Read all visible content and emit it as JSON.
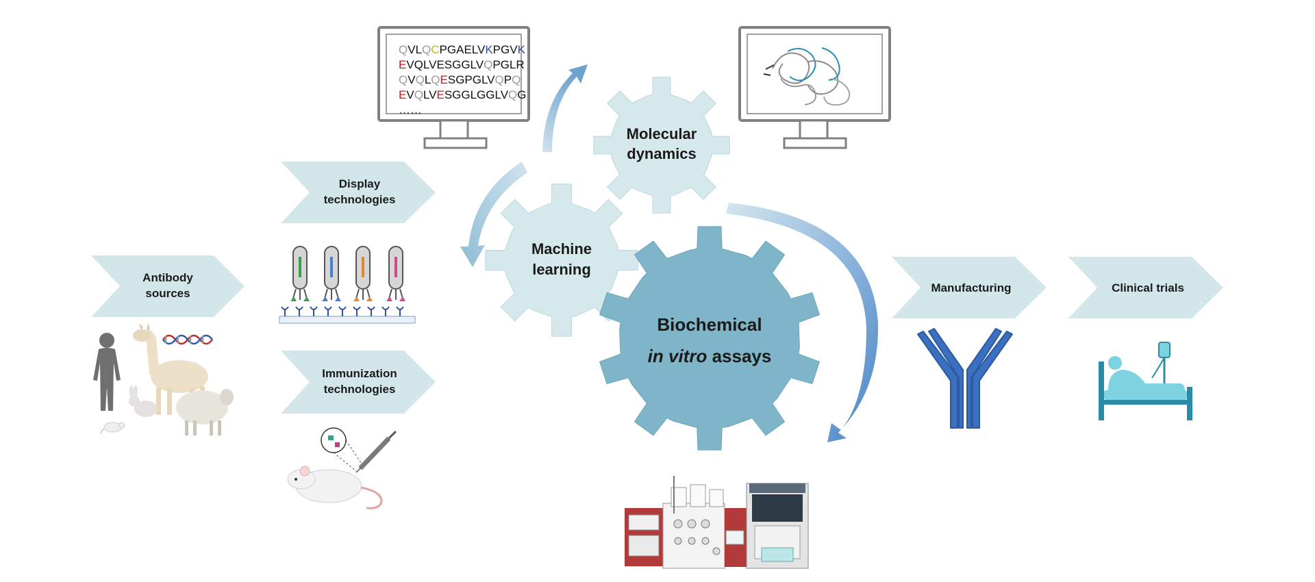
{
  "stages": {
    "antibody_sources": {
      "line1": "Antibody",
      "line2": "sources"
    },
    "display_technologies": {
      "line1": "Display",
      "line2": "technologies"
    },
    "immunization_technologies": {
      "line1": "Immunization",
      "line2": "technologies"
    },
    "manufacturing": {
      "label": "Manufacturing"
    },
    "clinical_trials": {
      "label": "Clinical trials"
    }
  },
  "gears": {
    "molecular_dynamics": {
      "line1": "Molecular",
      "line2": "dynamics"
    },
    "machine_learning": {
      "line1": "Machine",
      "line2": "learning"
    },
    "biochemical": {
      "line1": "Biochemical",
      "line2_italic": "in vitro",
      "line2_rest": " assays"
    }
  },
  "sequences": [
    [
      {
        "t": "Q",
        "c": "#9a9a9a"
      },
      {
        "t": "VL",
        "c": "#111111"
      },
      {
        "t": "Q",
        "c": "#9a9a9a"
      },
      {
        "t": "C",
        "c": "#e0b000"
      },
      {
        "t": "PGAELV",
        "c": "#111111"
      },
      {
        "t": "K",
        "c": "#2c4aa0"
      },
      {
        "t": "PGV",
        "c": "#111111"
      },
      {
        "t": "K",
        "c": "#2c4aa0"
      }
    ],
    [
      {
        "t": "E",
        "c": "#b82020"
      },
      {
        "t": "VQLVESGGLV",
        "c": "#111111"
      },
      {
        "t": "Q",
        "c": "#9a9a9a"
      },
      {
        "t": "PGLR",
        "c": "#111111"
      }
    ],
    [
      {
        "t": "Q",
        "c": "#9a9a9a"
      },
      {
        "t": "V",
        "c": "#111111"
      },
      {
        "t": "Q",
        "c": "#9a9a9a"
      },
      {
        "t": "L",
        "c": "#111111"
      },
      {
        "t": "Q",
        "c": "#9a9a9a"
      },
      {
        "t": "E",
        "c": "#b82020"
      },
      {
        "t": "SGPGLV",
        "c": "#111111"
      },
      {
        "t": "Q",
        "c": "#9a9a9a"
      },
      {
        "t": "P",
        "c": "#111111"
      },
      {
        "t": "Q",
        "c": "#9a9a9a"
      }
    ],
    [
      {
        "t": "E",
        "c": "#b82020"
      },
      {
        "t": "V",
        "c": "#111111"
      },
      {
        "t": "Q",
        "c": "#9a9a9a"
      },
      {
        "t": "LV",
        "c": "#111111"
      },
      {
        "t": "E",
        "c": "#b82020"
      },
      {
        "t": "SGGLGGLV",
        "c": "#111111"
      },
      {
        "t": "Q",
        "c": "#9a9a9a"
      },
      {
        "t": "G",
        "c": "#111111"
      }
    ],
    [
      {
        "t": "……",
        "c": "#111111"
      }
    ]
  ],
  "colors": {
    "chevron": "#d3e7ea",
    "gear_small": "#d5e8ec",
    "gear_small_stroke": "#bcd8de",
    "gear_large": "#7fb5c9",
    "gear_large_stroke": "#6aa5bb",
    "arrow_light": "#cfe3ee",
    "arrow_dark": "#4a86c8",
    "antibody": "#3b6fbf",
    "clinical": "#2b8aa6",
    "instrument_red": "#b23a3a"
  },
  "icons": {
    "antibody_sources": "human-llama-rabbit-sheep-mouse-dna-illustration",
    "display": "phage-display-illustration",
    "immunization": "mouse-injection-illustration",
    "sequence_monitor": "monitor-icon",
    "structure_monitor": "monitor-protein-structure-icon",
    "instruments": "lab-instruments-illustration",
    "manufacturing": "antibody-icon",
    "clinical": "hospital-bed-patient-icon"
  }
}
